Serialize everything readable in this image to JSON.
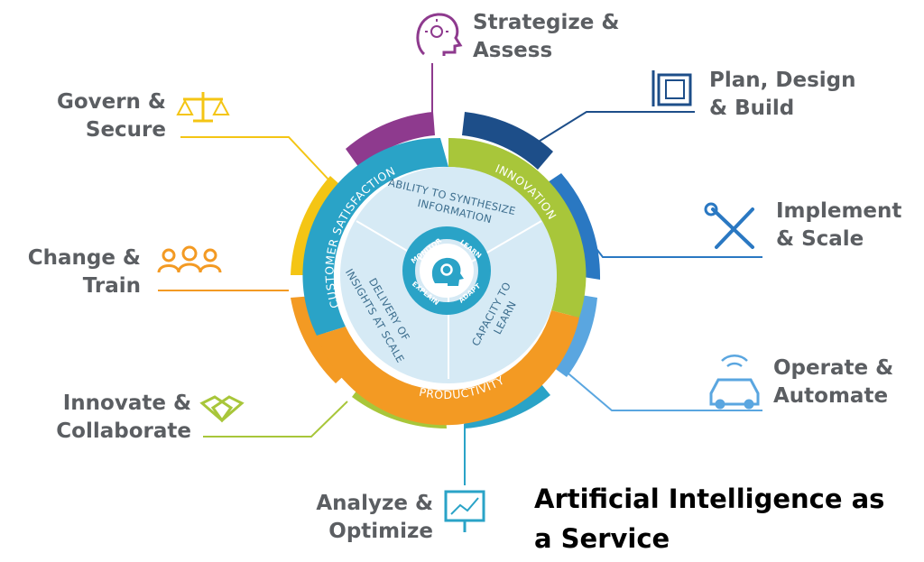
{
  "title_lines": [
    "Artificial Intelligence as",
    "a Service"
  ],
  "outer_labels": {
    "strategize": [
      "Strategize &",
      "Assess"
    ],
    "plan": [
      "Plan, Design",
      "& Build"
    ],
    "implement": [
      "Implement",
      "& Scale"
    ],
    "operate": [
      "Operate &",
      "Automate"
    ],
    "analyze": [
      "Analyze &",
      "Optimize"
    ],
    "innovate": [
      "Innovate &",
      "Collaborate"
    ],
    "change": [
      "Change &",
      "Train"
    ],
    "govern": [
      "Govern &",
      "Secure"
    ]
  },
  "ring_labels": {
    "customer": "CUSTOMER SATISFACTION",
    "innovation": "INNOVATION",
    "productivity": "PRODUCTIVITY"
  },
  "inner_sections": {
    "top": [
      "ABILITY TO SYNTHESIZE",
      "INFORMATION"
    ],
    "left": [
      "DELIVERY OF",
      "INSIGHTS AT SCALE"
    ],
    "right": [
      "CAPACITY TO",
      "LEARN"
    ]
  },
  "hub_labels": {
    "monitor": "MONITOR",
    "learn": "LEARN",
    "adapt": "ADAPT",
    "explain": "EXPLAIN"
  },
  "colors": {
    "purple": "#8e3a8e",
    "navy": "#1d4e89",
    "blue": "#2a78c2",
    "lightblue": "#5aa6e0",
    "teal": "#2aa3c7",
    "green": "#a8c63a",
    "yellow": "#f4c514",
    "orange": "#f39a23",
    "text": "#5b5e62"
  },
  "icons": {
    "strategize": "lightbulb-head-icon",
    "plan": "blueprint-ruler-icon",
    "implement": "wrench-screwdriver-icon",
    "operate": "connected-car-icon",
    "analyze": "presentation-chart-icon",
    "innovate": "handshake-icon",
    "change": "people-group-icon",
    "govern": "balance-scale-icon",
    "hub": "gear-head-icon"
  }
}
